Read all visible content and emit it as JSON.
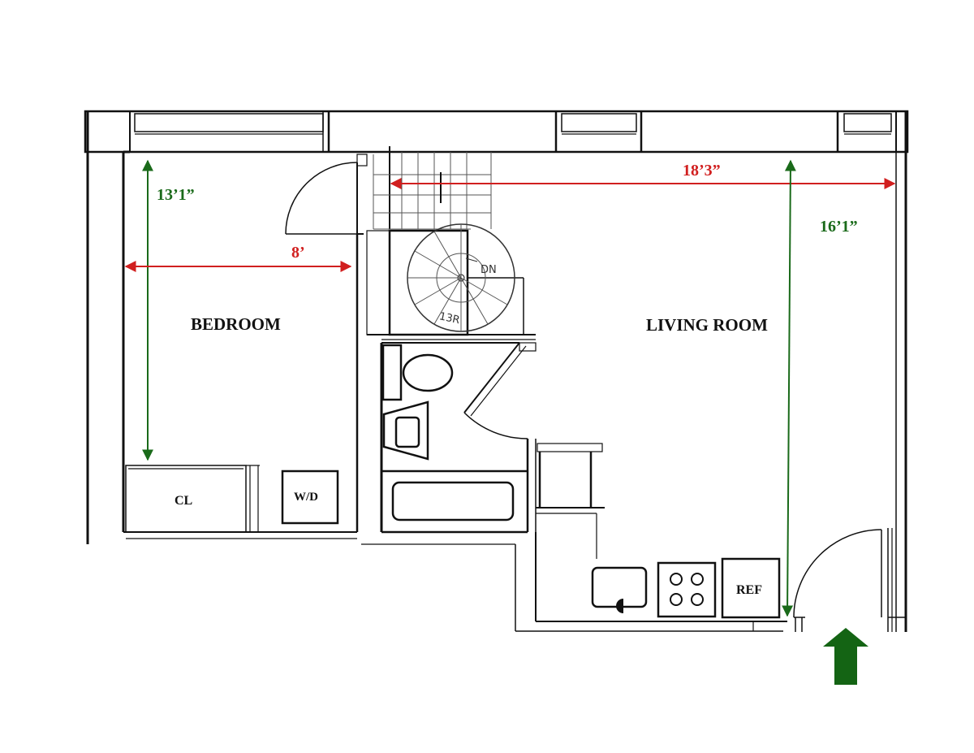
{
  "rooms": {
    "bedroom": "BEDROOM",
    "living_room": "LIVING ROOM"
  },
  "dimensions": {
    "bedroom_depth": "13’1”",
    "bedroom_width": "8’",
    "living_width": "18’3”",
    "living_depth": "16’1”"
  },
  "fixtures": {
    "closet": "CL",
    "washer_dryer": "W/D",
    "refrigerator": "REF"
  },
  "stair": {
    "down": "DN",
    "steps": "13R"
  },
  "colors": {
    "dimension_red": "#d11f1f",
    "dimension_green": "#1a6a1a",
    "entry_arrow": "#146414",
    "walls": "#111111"
  },
  "icons": {
    "entry": "entry-arrow-icon"
  }
}
